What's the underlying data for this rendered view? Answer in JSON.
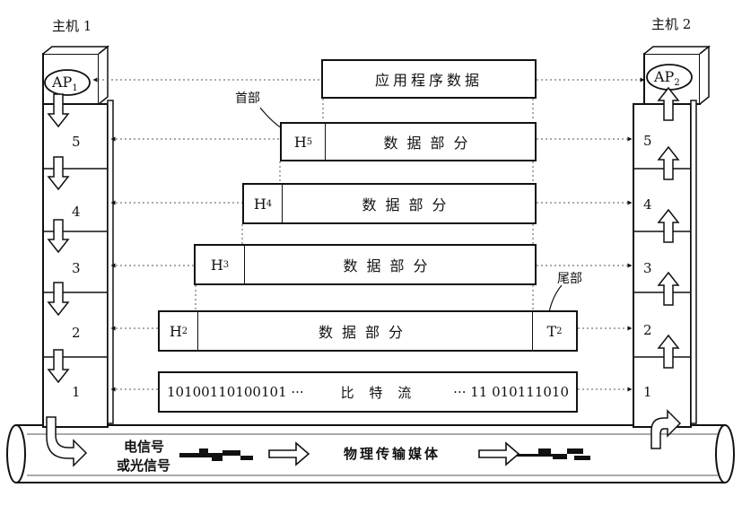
{
  "host1": {
    "title": "主机 1",
    "ap": "AP",
    "ap_sub": "1"
  },
  "host2": {
    "title": "主机 2",
    "ap": "AP",
    "ap_sub": "2"
  },
  "layers": [
    "5",
    "4",
    "3",
    "2",
    "1"
  ],
  "pdus": {
    "app": "应用程序数据",
    "l5": {
      "hdr": "H",
      "hdr_sub": "5",
      "body": "数据部分"
    },
    "l4": {
      "hdr": "H",
      "hdr_sub": "4",
      "body": "数据部分"
    },
    "l3": {
      "hdr": "H",
      "hdr_sub": "3",
      "body": "数据部分"
    },
    "l2": {
      "hdr": "H",
      "hdr_sub": "2",
      "body": "数据部分",
      "trl": "T",
      "trl_sub": "2"
    },
    "l1": {
      "left": "10100110100101 ···",
      "mid": "比 特 流",
      "right": "··· 11 010111010"
    }
  },
  "annotations": {
    "header": "首部",
    "trailer": "尾部"
  },
  "medium": {
    "signal_line1": "电信号",
    "signal_line2": "或光信号",
    "name": "物理传输媒体"
  }
}
